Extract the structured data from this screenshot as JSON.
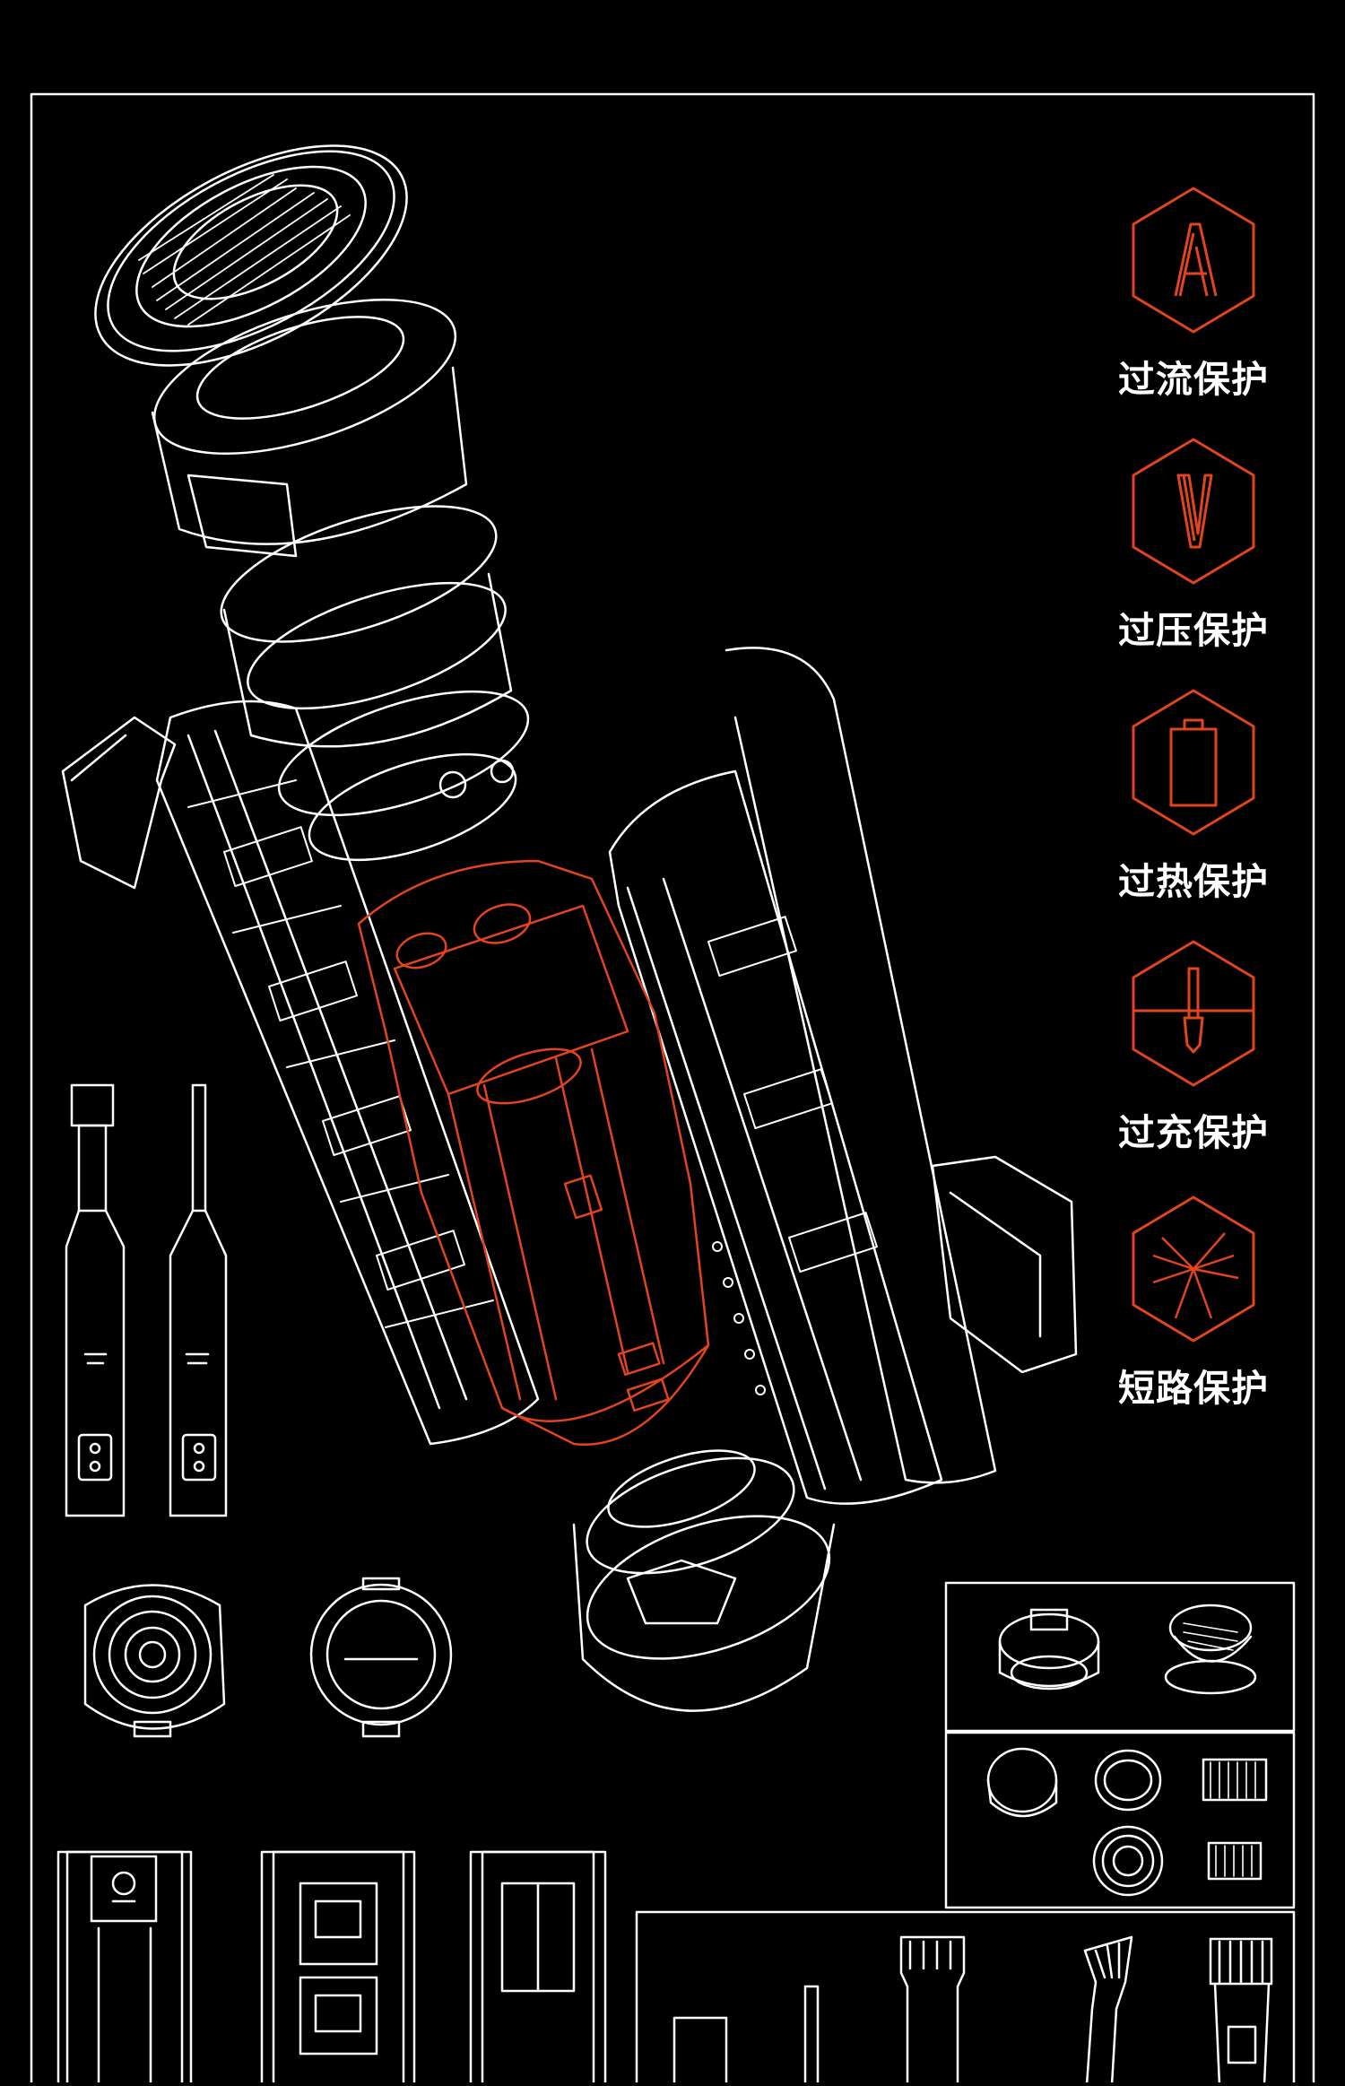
{
  "colors": {
    "background": "#000000",
    "line": "#ffffff",
    "accent": "#e2451e"
  },
  "features": [
    {
      "icon": "current-a-icon",
      "label": "过流保护"
    },
    {
      "icon": "voltage-v-icon",
      "label": "过压保护"
    },
    {
      "icon": "battery-heat-icon",
      "label": "过热保护"
    },
    {
      "icon": "charge-plug-icon",
      "label": "过充保护"
    },
    {
      "icon": "short-circuit-icon",
      "label": "短路保护"
    }
  ]
}
